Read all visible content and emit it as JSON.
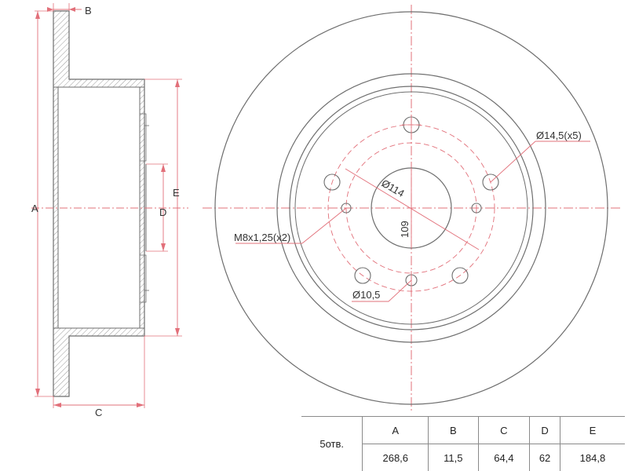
{
  "labels": {
    "a": "A",
    "b": "B",
    "c": "C",
    "d": "D",
    "e": "E",
    "pcd": "Ø114",
    "hole_dia": "Ø14,5(x5)",
    "thread": "M8x1,25(x2)",
    "small_hole": "Ø10,5",
    "hub_dim": "109"
  },
  "table": {
    "row_label": "5отв.",
    "headers": [
      "A",
      "B",
      "C",
      "D",
      "E"
    ],
    "values": [
      "268,6",
      "11,5",
      "64,4",
      "62",
      "184,8"
    ]
  },
  "colors": {
    "outline": "#6e6e6e",
    "dimension": "#e2707a",
    "hatch": "#9a9a9a"
  }
}
